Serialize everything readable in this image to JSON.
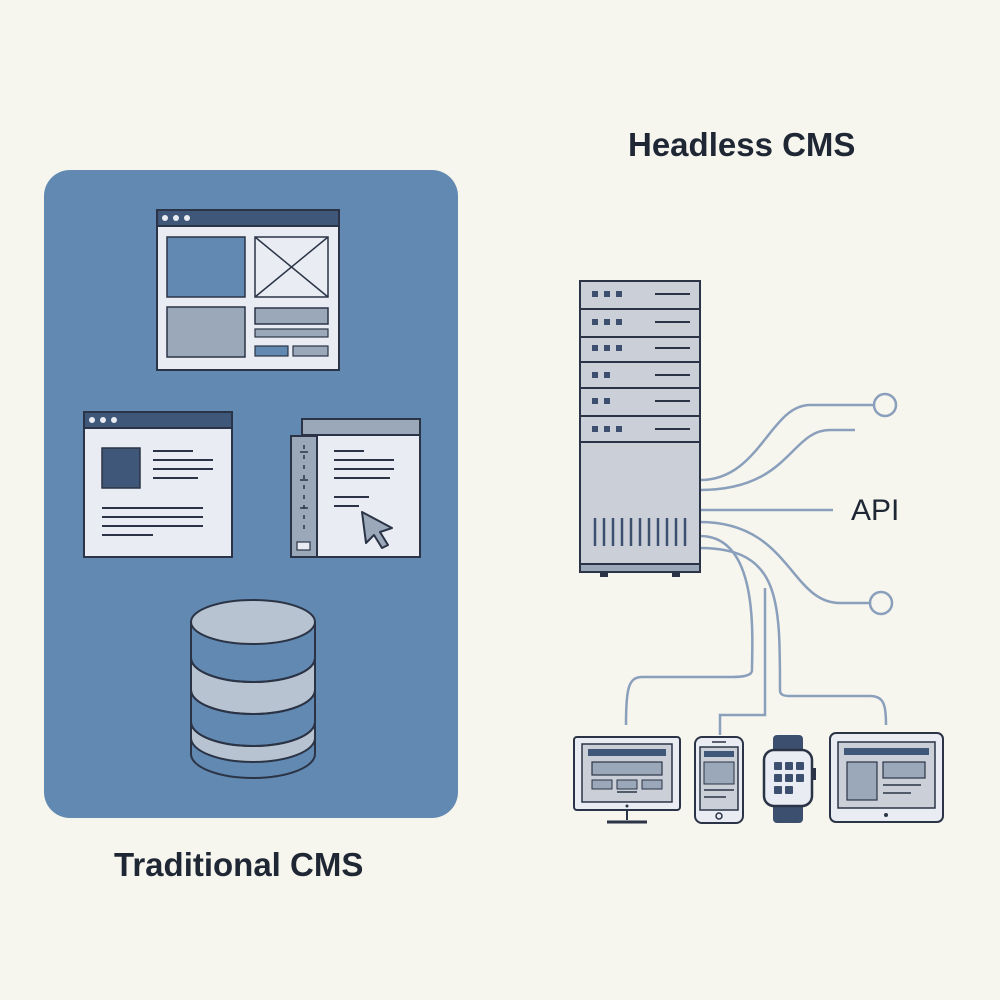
{
  "headless": {
    "title": "Headless CMS",
    "api_label": "API"
  },
  "traditional": {
    "title": "Traditional CMS"
  },
  "colors": {
    "background": "#f6f5ee",
    "panel": "#6289b1",
    "outline": "#2b3446",
    "window_bar": "#3f5778",
    "light_fill": "#e9edf3",
    "mid_fill": "#9aa8ba",
    "server_fill": "#cbd0d8",
    "connector": "#8a9fbb",
    "dark_icon": "#3c4f6e"
  }
}
